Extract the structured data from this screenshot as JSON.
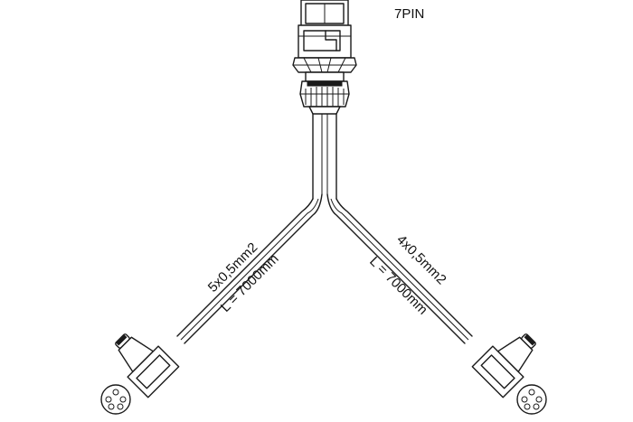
{
  "diagram": {
    "connector_label": "7PIN",
    "left_branch": {
      "spec": "5x0,5mm2",
      "length": "L = 7000mm"
    },
    "right_branch": {
      "spec": "4x0,5mm2",
      "length": "L = 7000mm"
    }
  }
}
